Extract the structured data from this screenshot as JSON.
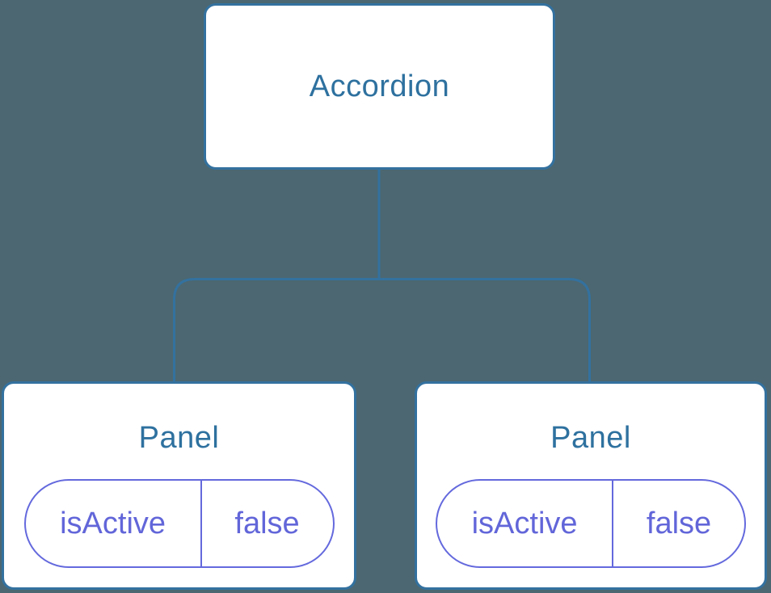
{
  "tree": {
    "root": {
      "label": "Accordion"
    },
    "children": [
      {
        "label": "Panel",
        "state": {
          "key": "isActive",
          "value": "false"
        }
      },
      {
        "label": "Panel",
        "state": {
          "key": "isActive",
          "value": "false"
        }
      }
    ]
  },
  "colors": {
    "background": "#4c6771",
    "node_border": "#33719f",
    "node_fill": "#ffffff",
    "node_text": "#2e719f",
    "state_border": "#6469dd",
    "state_text": "#6266d9",
    "connector": "#33719f"
  }
}
